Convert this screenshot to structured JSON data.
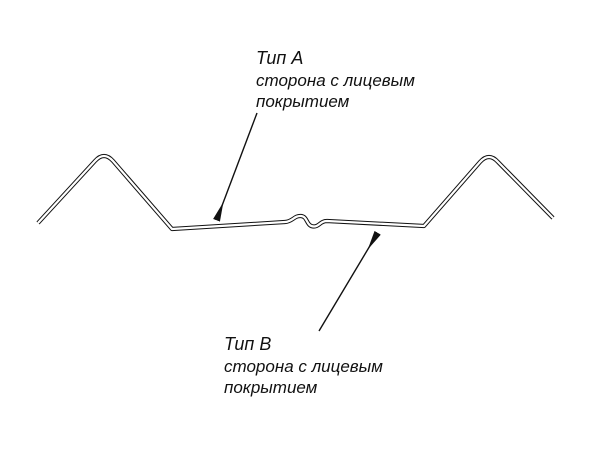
{
  "diagram": {
    "title": "profile-cross-section",
    "label_a": {
      "type": "Тип А",
      "line1": "сторона с лицевым",
      "line2": "покрытием"
    },
    "label_b": {
      "type": "Тип В",
      "line1": "сторона с лицевым",
      "line2": "покрытием"
    },
    "colors": {
      "line": "#111111",
      "background": "#ffffff"
    }
  }
}
